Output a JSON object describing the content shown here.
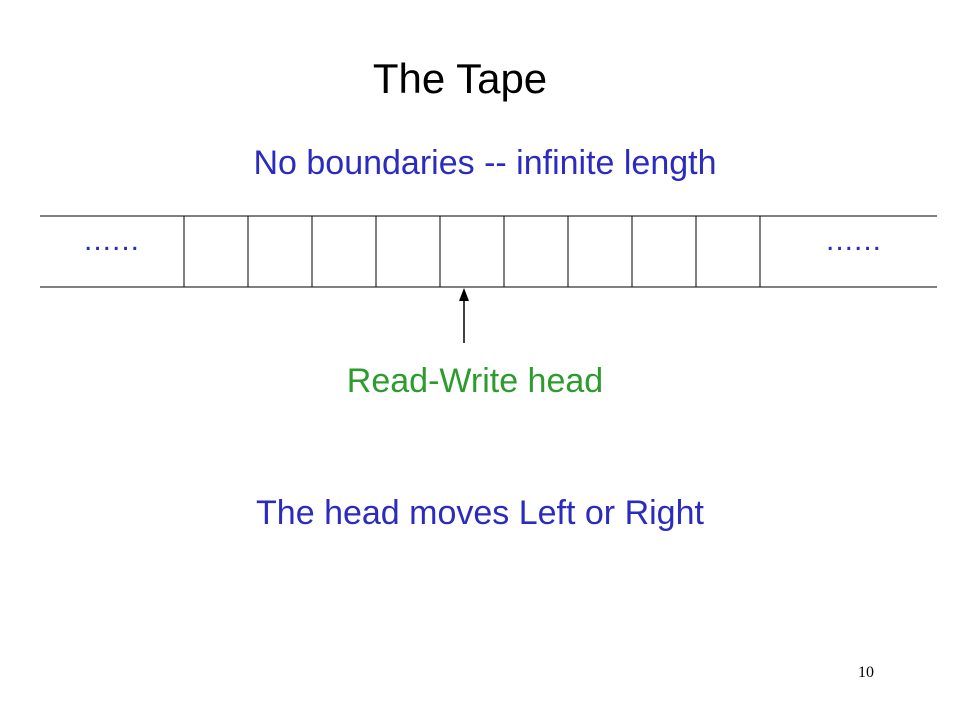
{
  "slide": {
    "title": "The Tape",
    "subtitle": "No boundaries -- infinite length",
    "tape": {
      "left_ellipsis": "......",
      "right_ellipsis": "......",
      "cell_count": 9
    },
    "head_label": "Read-Write head",
    "bottom_text": "The head moves Left or Right",
    "page_number": "10"
  },
  "colors": {
    "blue_text": "#2b2bbf",
    "green_text": "#2e9b2e",
    "black": "#000000"
  }
}
